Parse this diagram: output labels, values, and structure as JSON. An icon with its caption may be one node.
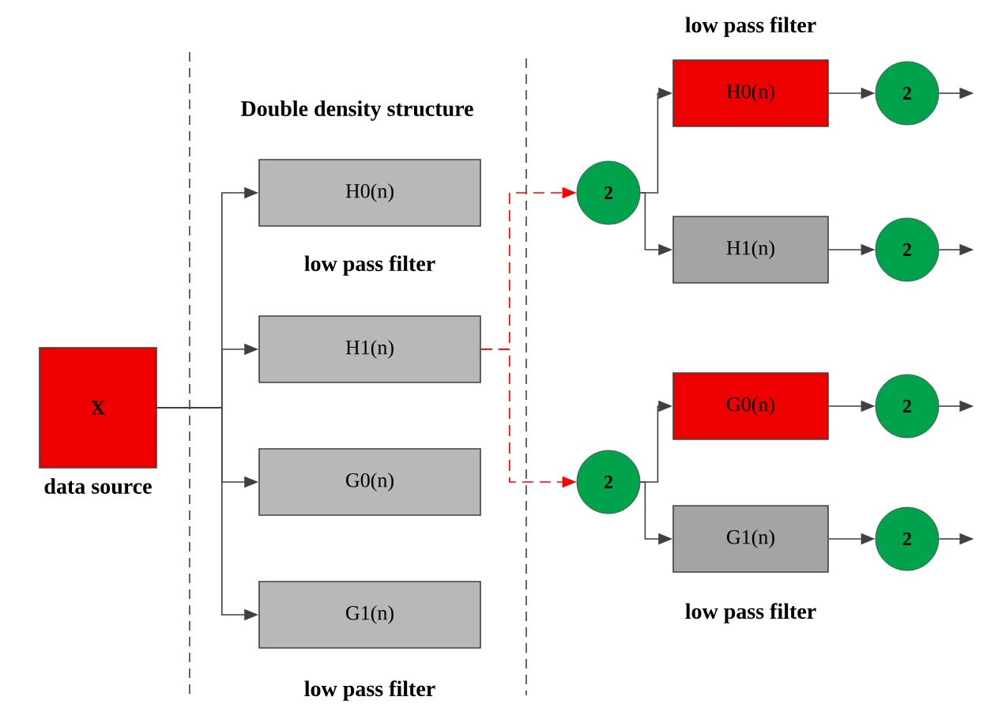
{
  "diagram": {
    "nodes": [
      {
        "text": [
          "X"
        ],
        "beside": [
          "data source"
        ]
      },
      {
        "text": [
          "H0(n)"
        ]
      },
      {
        "text": [
          "H1(n)"
        ]
      },
      {
        "text": [
          "G0(n)"
        ]
      },
      {
        "text": [
          "G1(n)"
        ]
      },
      {
        "text": [
          "2"
        ]
      },
      {
        "text": [
          "2"
        ]
      },
      {
        "text": [
          "H0(n)"
        ]
      },
      {
        "text": [
          "H1(n)"
        ]
      },
      {
        "text": [
          "G0(n)"
        ]
      },
      {
        "text": [
          "G1(n)"
        ]
      },
      {
        "text": [
          "2"
        ]
      },
      {
        "text": [
          "2"
        ]
      },
      {
        "text": [
          "2"
        ]
      },
      {
        "text": [
          "2"
        ]
      }
    ],
    "edges": [
      {
        "from": 0,
        "to": 1,
        "arrow": "to"
      },
      {
        "from": 0,
        "to": 2,
        "arrow": "to"
      },
      {
        "from": 0,
        "to": 3,
        "arrow": "to"
      },
      {
        "from": 0,
        "to": 4,
        "arrow": "to"
      },
      {
        "from": 2,
        "to": 5,
        "arrow": "to",
        "style": "dashed",
        "color": "#ff0000"
      },
      {
        "from": 2,
        "to": 6,
        "arrow": "to",
        "style": "dashed",
        "color": "#ff0000"
      },
      {
        "from": 5,
        "to": 7,
        "arrow": "to"
      },
      {
        "from": 5,
        "to": 8,
        "arrow": "to"
      },
      {
        "from": 6,
        "to": 9,
        "arrow": "to"
      },
      {
        "from": 6,
        "to": 10,
        "arrow": "to"
      },
      {
        "from": 7,
        "to": 11,
        "arrow": "to"
      },
      {
        "from": 8,
        "to": 12,
        "arrow": "to"
      },
      {
        "from": 9,
        "to": 13,
        "arrow": "to"
      },
      {
        "from": 10,
        "to": 14,
        "arrow": "to"
      },
      {
        "from": 11,
        "to": null,
        "arrow": "to"
      },
      {
        "from": 12,
        "to": null,
        "arrow": "to"
      },
      {
        "from": 13,
        "to": null,
        "arrow": "to"
      },
      {
        "from": 14,
        "to": null,
        "arrow": "to"
      }
    ],
    "labels": [
      "low pass filter",
      "Double density structure",
      "low pass filter",
      "low pass filter",
      "low pass filter"
    ]
  }
}
